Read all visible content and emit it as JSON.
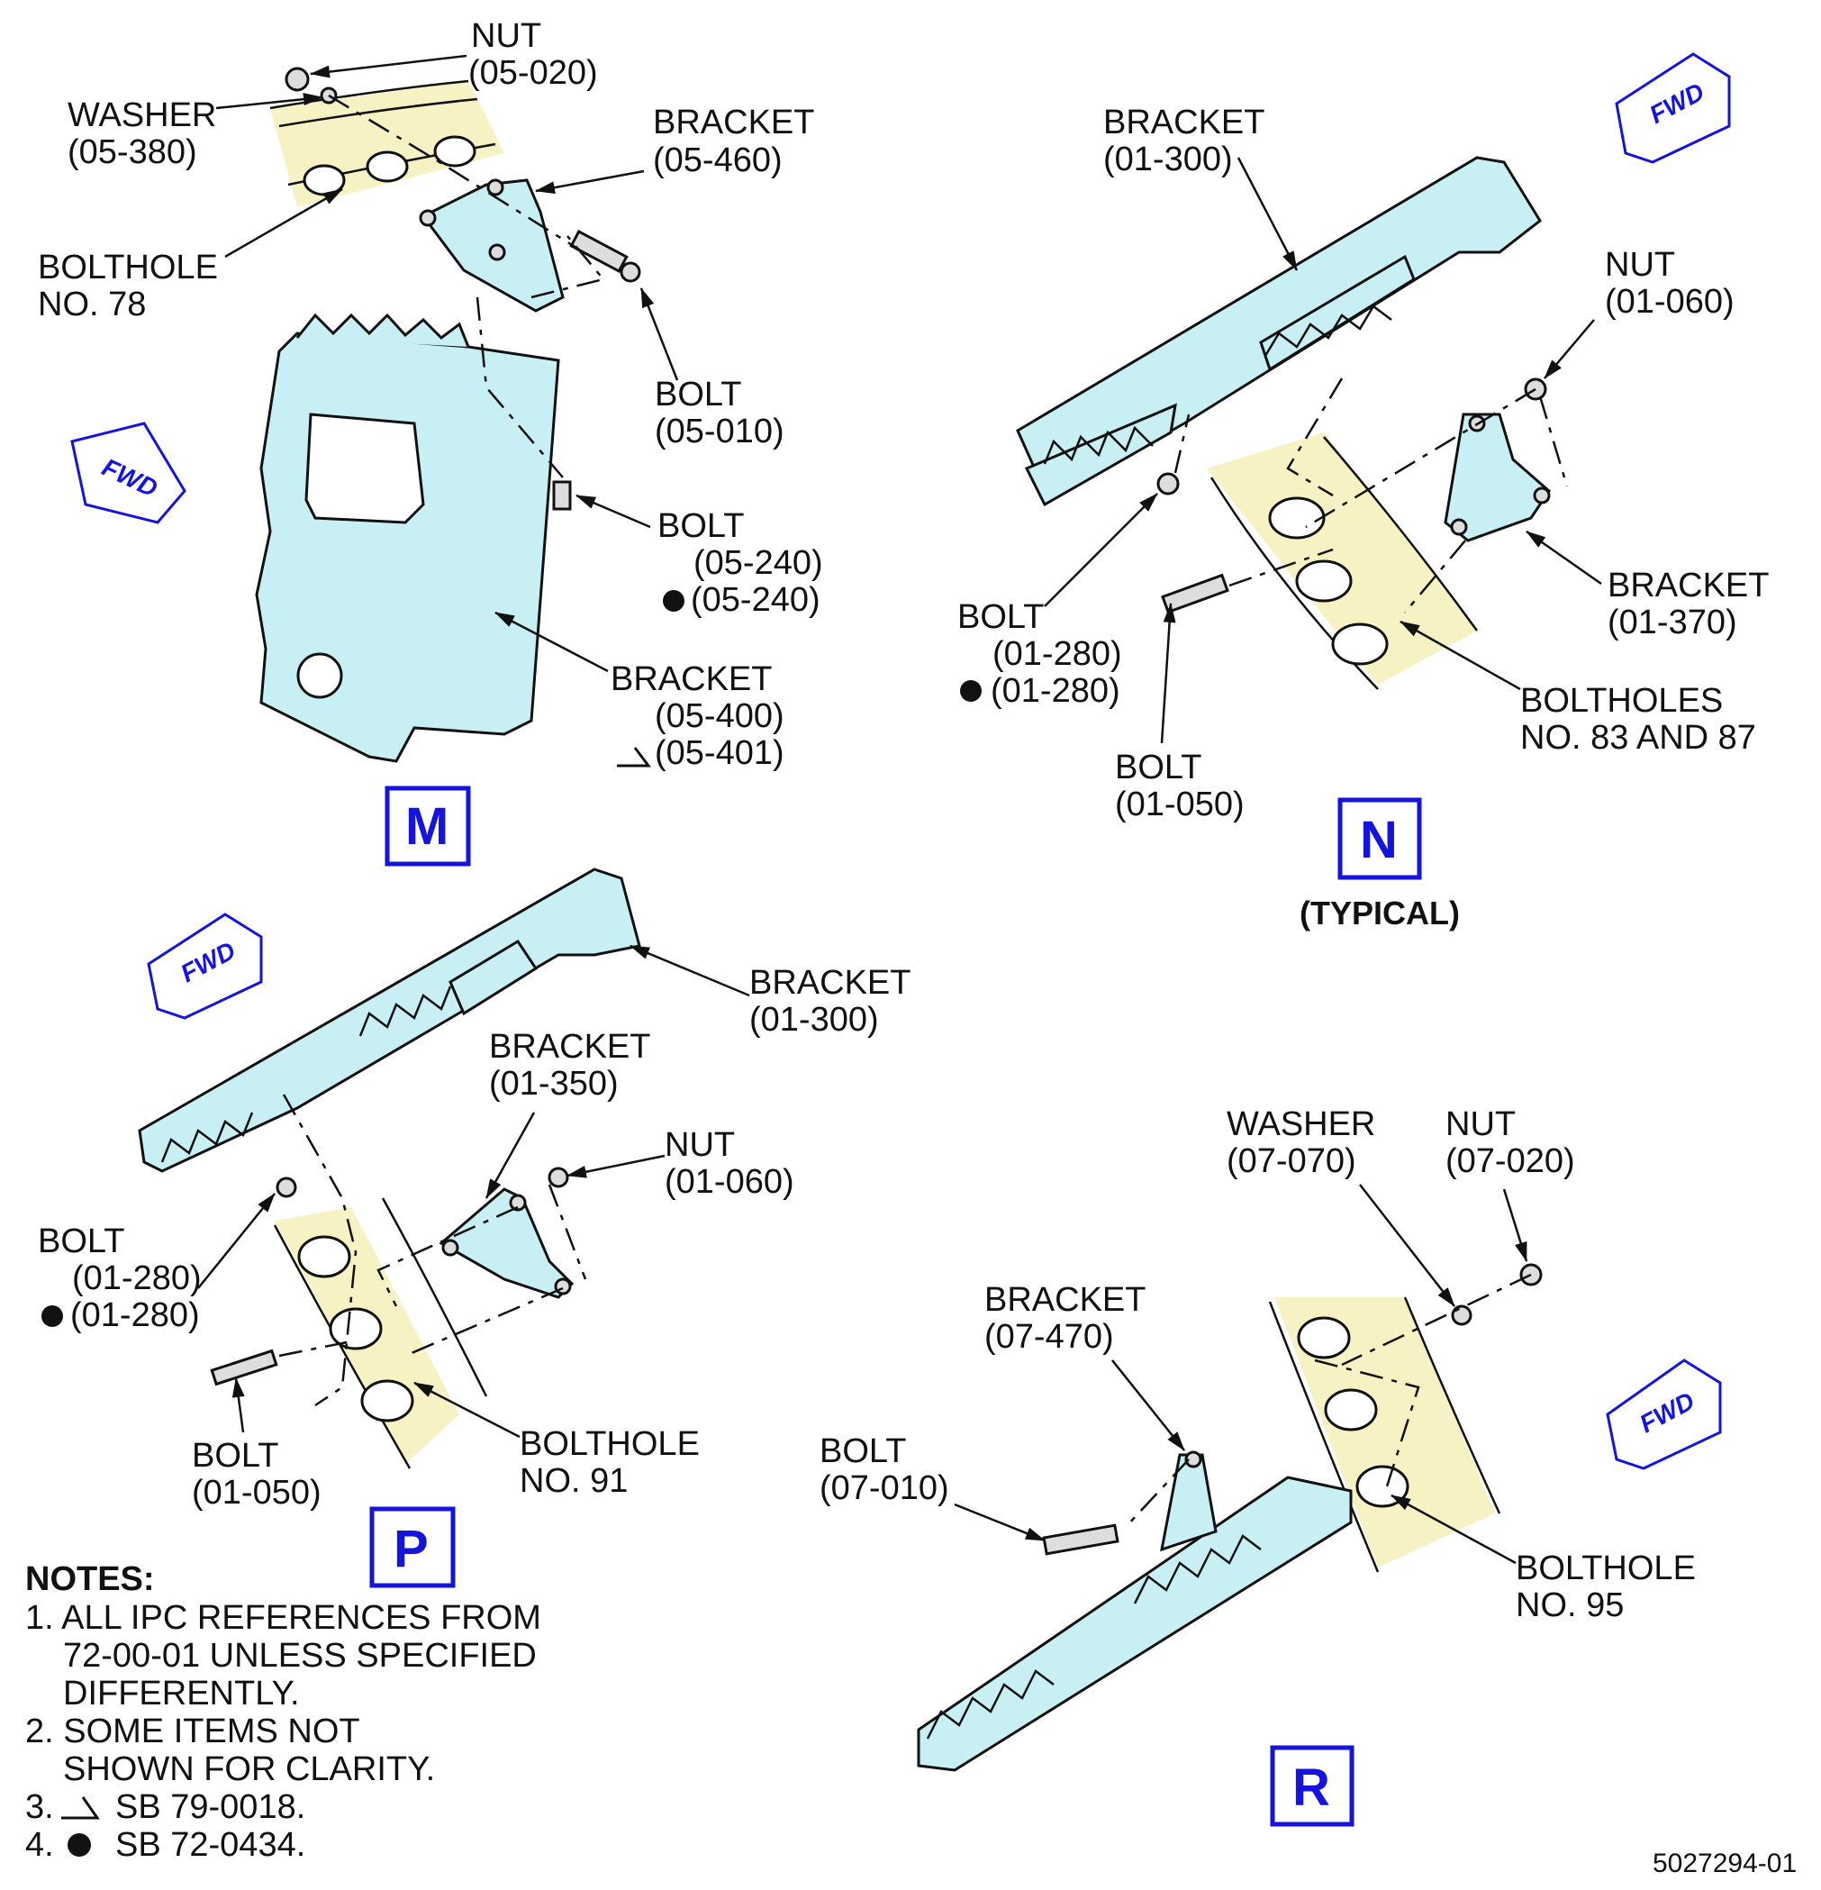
{
  "views": {
    "m": {
      "letter": "M",
      "nut": {
        "name": "NUT",
        "ref": "(05-020)"
      },
      "washer": {
        "name": "WASHER",
        "ref": "(05-380)"
      },
      "bracket_top": {
        "name": "BRACKET",
        "ref": "(05-460)"
      },
      "bolthole": {
        "line1": "BOLTHOLE",
        "line2": "NO. 78"
      },
      "bolt_a": {
        "name": "BOLT",
        "ref": "(05-010)"
      },
      "bolt_b": {
        "name": "BOLT",
        "ref": "(05-240)",
        "ref_sb": "(05-240)"
      },
      "bracket_main": {
        "name": "BRACKET",
        "ref": "(05-400)",
        "ref_sb": "(05-401)"
      },
      "fwd": "FWD"
    },
    "n": {
      "letter": "N",
      "qualifier": "(TYPICAL)",
      "bracket_a": {
        "name": "BRACKET",
        "ref": "(01-300)"
      },
      "nut": {
        "name": "NUT",
        "ref": "(01-060)"
      },
      "bracket_b": {
        "name": "BRACKET",
        "ref": "(01-370)"
      },
      "bolt_a": {
        "name": "BOLT",
        "ref": "(01-280)",
        "ref_sb": "(01-280)"
      },
      "bolt_b": {
        "name": "BOLT",
        "ref": "(01-050)"
      },
      "boltholes": {
        "line1": "BOLTHOLES",
        "line2": "NO. 83 AND 87"
      },
      "fwd": "FWD"
    },
    "p": {
      "letter": "P",
      "bracket_a": {
        "name": "BRACKET",
        "ref": "(01-300)"
      },
      "bracket_b": {
        "name": "BRACKET",
        "ref": "(01-350)"
      },
      "nut": {
        "name": "NUT",
        "ref": "(01-060)"
      },
      "bolt_a": {
        "name": "BOLT",
        "ref": "(01-280)",
        "ref_sb": "(01-280)"
      },
      "bolt_b": {
        "name": "BOLT",
        "ref": "(01-050)"
      },
      "bolthole": {
        "line1": "BOLTHOLE",
        "line2": "NO. 91"
      },
      "fwd": "FWD"
    },
    "r": {
      "letter": "R",
      "washer": {
        "name": "WASHER",
        "ref": "(07-070)"
      },
      "nut": {
        "name": "NUT",
        "ref": "(07-020)"
      },
      "bracket": {
        "name": "BRACKET",
        "ref": "(07-470)"
      },
      "bolt": {
        "name": "BOLT",
        "ref": "(07-010)"
      },
      "bolthole": {
        "line1": "BOLTHOLE",
        "line2": "NO. 95"
      },
      "fwd": "FWD"
    }
  },
  "notes": {
    "title": "NOTES:",
    "n1_l1": "1. ALL IPC REFERENCES FROM",
    "n1_l2": "72-00-01 UNLESS SPECIFIED",
    "n1_l3": "DIFFERENTLY.",
    "n2_l1": "2. SOME ITEMS NOT",
    "n2_l2": "SHOWN FOR CLARITY.",
    "n3_prefix": "3.",
    "n3_text": "SB 79-0018.",
    "n4_prefix": "4.",
    "n4_text": "SB 72-0434."
  },
  "figure_id": "5027294-01",
  "colors": {
    "part": "#c8f0f4",
    "structure": "#f7f2c4",
    "accent": "#1414dc"
  }
}
